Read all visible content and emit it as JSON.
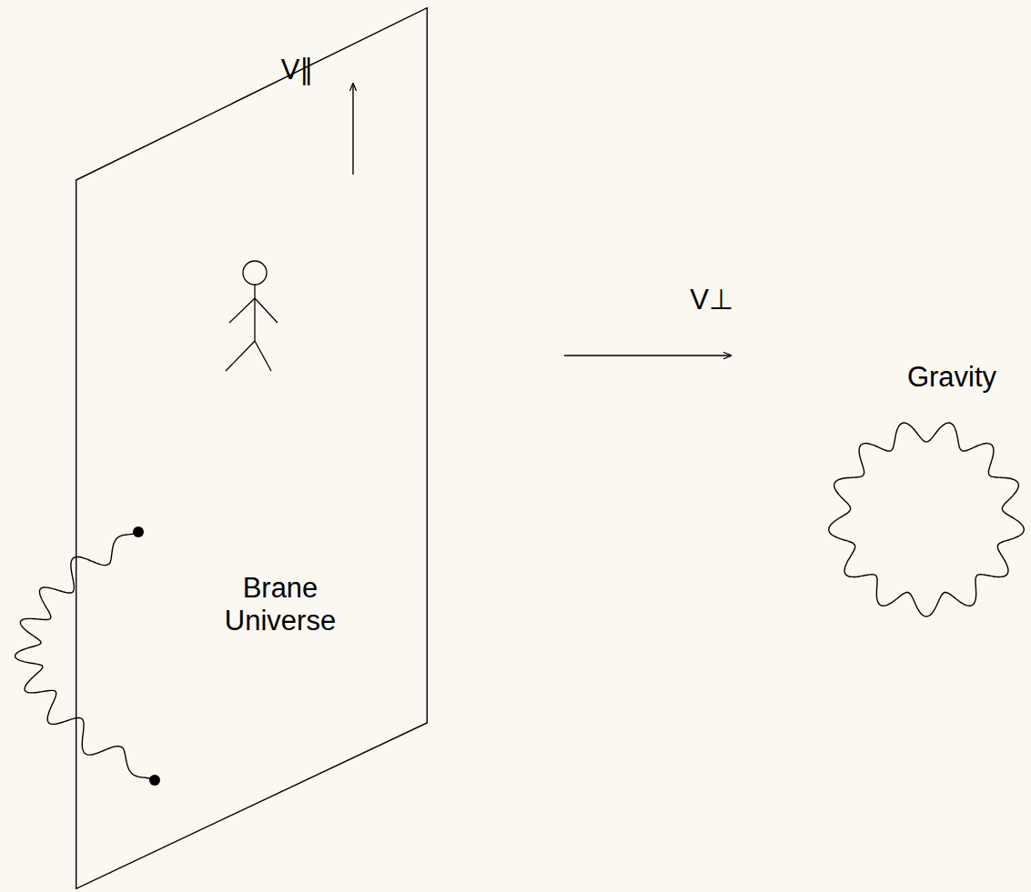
{
  "diagram": {
    "nodes": [
      {
        "text": [
          "Brane Universe"
        ]
      },
      {
        "text": [
          "Gravity"
        ]
      }
    ],
    "labels": [
      "V∥",
      "V⊥"
    ]
  }
}
